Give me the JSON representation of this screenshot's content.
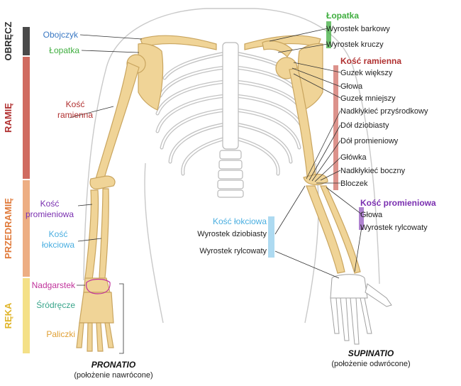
{
  "colors": {
    "bone": "#f0d497",
    "bone_edge": "#c9a55f",
    "cartilage": "#cfe0f2",
    "skin": "#c9c9c9",
    "group_shoulder": "#4a4a4a",
    "group_arm": "#c0392b",
    "group_forearm": "#e7935a",
    "group_hand": "#f3dd7a",
    "collarbone": "#3a78c3",
    "scapula": "#3fae3f",
    "humerus": "#b03030",
    "radius": "#7a2fb0",
    "ulna": "#49aee0",
    "carpals": "#c0329b",
    "metacarpals": "#39a58b",
    "phalanges": "#e0a034"
  },
  "groups": {
    "shoulder": "OBRĘCZ",
    "arm": "RAMIĘ",
    "forearm": "PRZEDRAMIĘ",
    "hand": "RĘKA"
  },
  "left_labels": {
    "collarbone": "Obojczyk",
    "scapula": "Łopatka",
    "humerus_1": "Kość",
    "humerus_2": "ramienna",
    "radius_1": "Kość",
    "radius_2": "promieniowa",
    "ulna_1": "Kość",
    "ulna_2": "łokciowa",
    "carpals": "Nadgarstek",
    "metacarpals": "Śródręcze",
    "phalanges": "Paliczki"
  },
  "right_labels": {
    "scapula_title": "Łopatka",
    "acromion": "Wyrostek barkowy",
    "coracoid": "Wyrostek kruczy",
    "humerus_title": "Kość ramienna",
    "greater_tubercle": "Guzek większy",
    "head": "Głowa",
    "lesser_tubercle": "Guzek mniejszy",
    "medial_epicondyle": "Nadkłykieć przyśrodkowy",
    "coronoid_fossa": "Dół dziobiasty",
    "radial_fossa": "Dół promieniowy",
    "capitulum": "Główka",
    "lateral_epicondyle": "Nadkłykieć boczny",
    "trochlea": "Bloczek",
    "radius_title": "Kość promieniowa",
    "radius_head": "Głowa",
    "radius_styloid": "Wyrostek rylcowaty"
  },
  "center_labels": {
    "ulna_title": "Kość łokciowa",
    "ulna_coronoid": "Wyrostek dziobiasty",
    "ulna_styloid": "Wyrostek rylcowaty"
  },
  "captions": {
    "pronation": "PRONATIO",
    "pronation_sub": "(położenie nawrócone)",
    "supination": "SUPINATIO",
    "supination_sub": "(położenie odwrócone)"
  }
}
